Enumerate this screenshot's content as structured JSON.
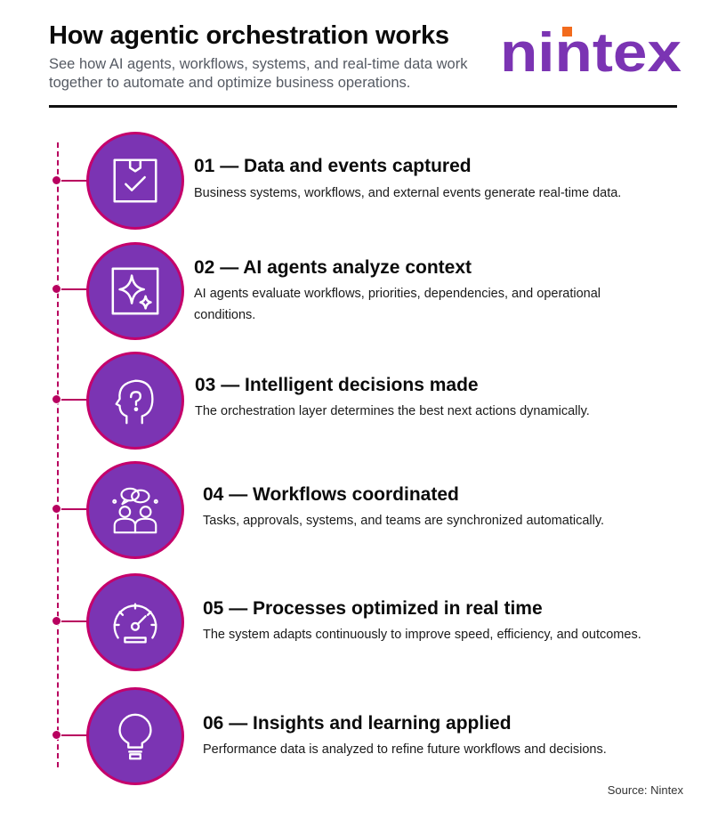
{
  "header": {
    "title": "How agentic orchestration works",
    "subtitle": "See how AI agents, workflows, systems, and real-time data work together to automate and optimize business operations.",
    "logo_text": "nintex",
    "logo_color": "#7b34b3",
    "logo_accent_color": "#f26b1d"
  },
  "colors": {
    "circle_fill": "#7b34b3",
    "circle_ring": "#c5006b",
    "timeline": "#b8005f"
  },
  "steps": [
    {
      "icon": "box-check-icon",
      "title": "01 — Data and events captured",
      "description": "Business systems, workflows, and external events generate real-time data."
    },
    {
      "icon": "sparkle-icon",
      "title": "02 — AI agents analyze context",
      "description": "AI agents evaluate workflows, priorities, dependencies, and operational conditions."
    },
    {
      "icon": "head-question-icon",
      "title": "03 — Intelligent decisions made",
      "description": "The orchestration layer determines the best next actions dynamically."
    },
    {
      "icon": "team-chat-icon",
      "title": "04 — Workflows coordinated",
      "description": "Tasks, approvals, systems, and teams are synchronized automatically."
    },
    {
      "icon": "speedometer-icon",
      "title": "05 — Processes optimized in real time",
      "description": "The system adapts continuously to improve speed, efficiency, and outcomes."
    },
    {
      "icon": "lightbulb-icon",
      "title": "06 — Insights and learning applied",
      "description": "Performance data is analyzed to refine future workflows and decisions."
    }
  ],
  "footer": {
    "source": "Source: Nintex"
  }
}
